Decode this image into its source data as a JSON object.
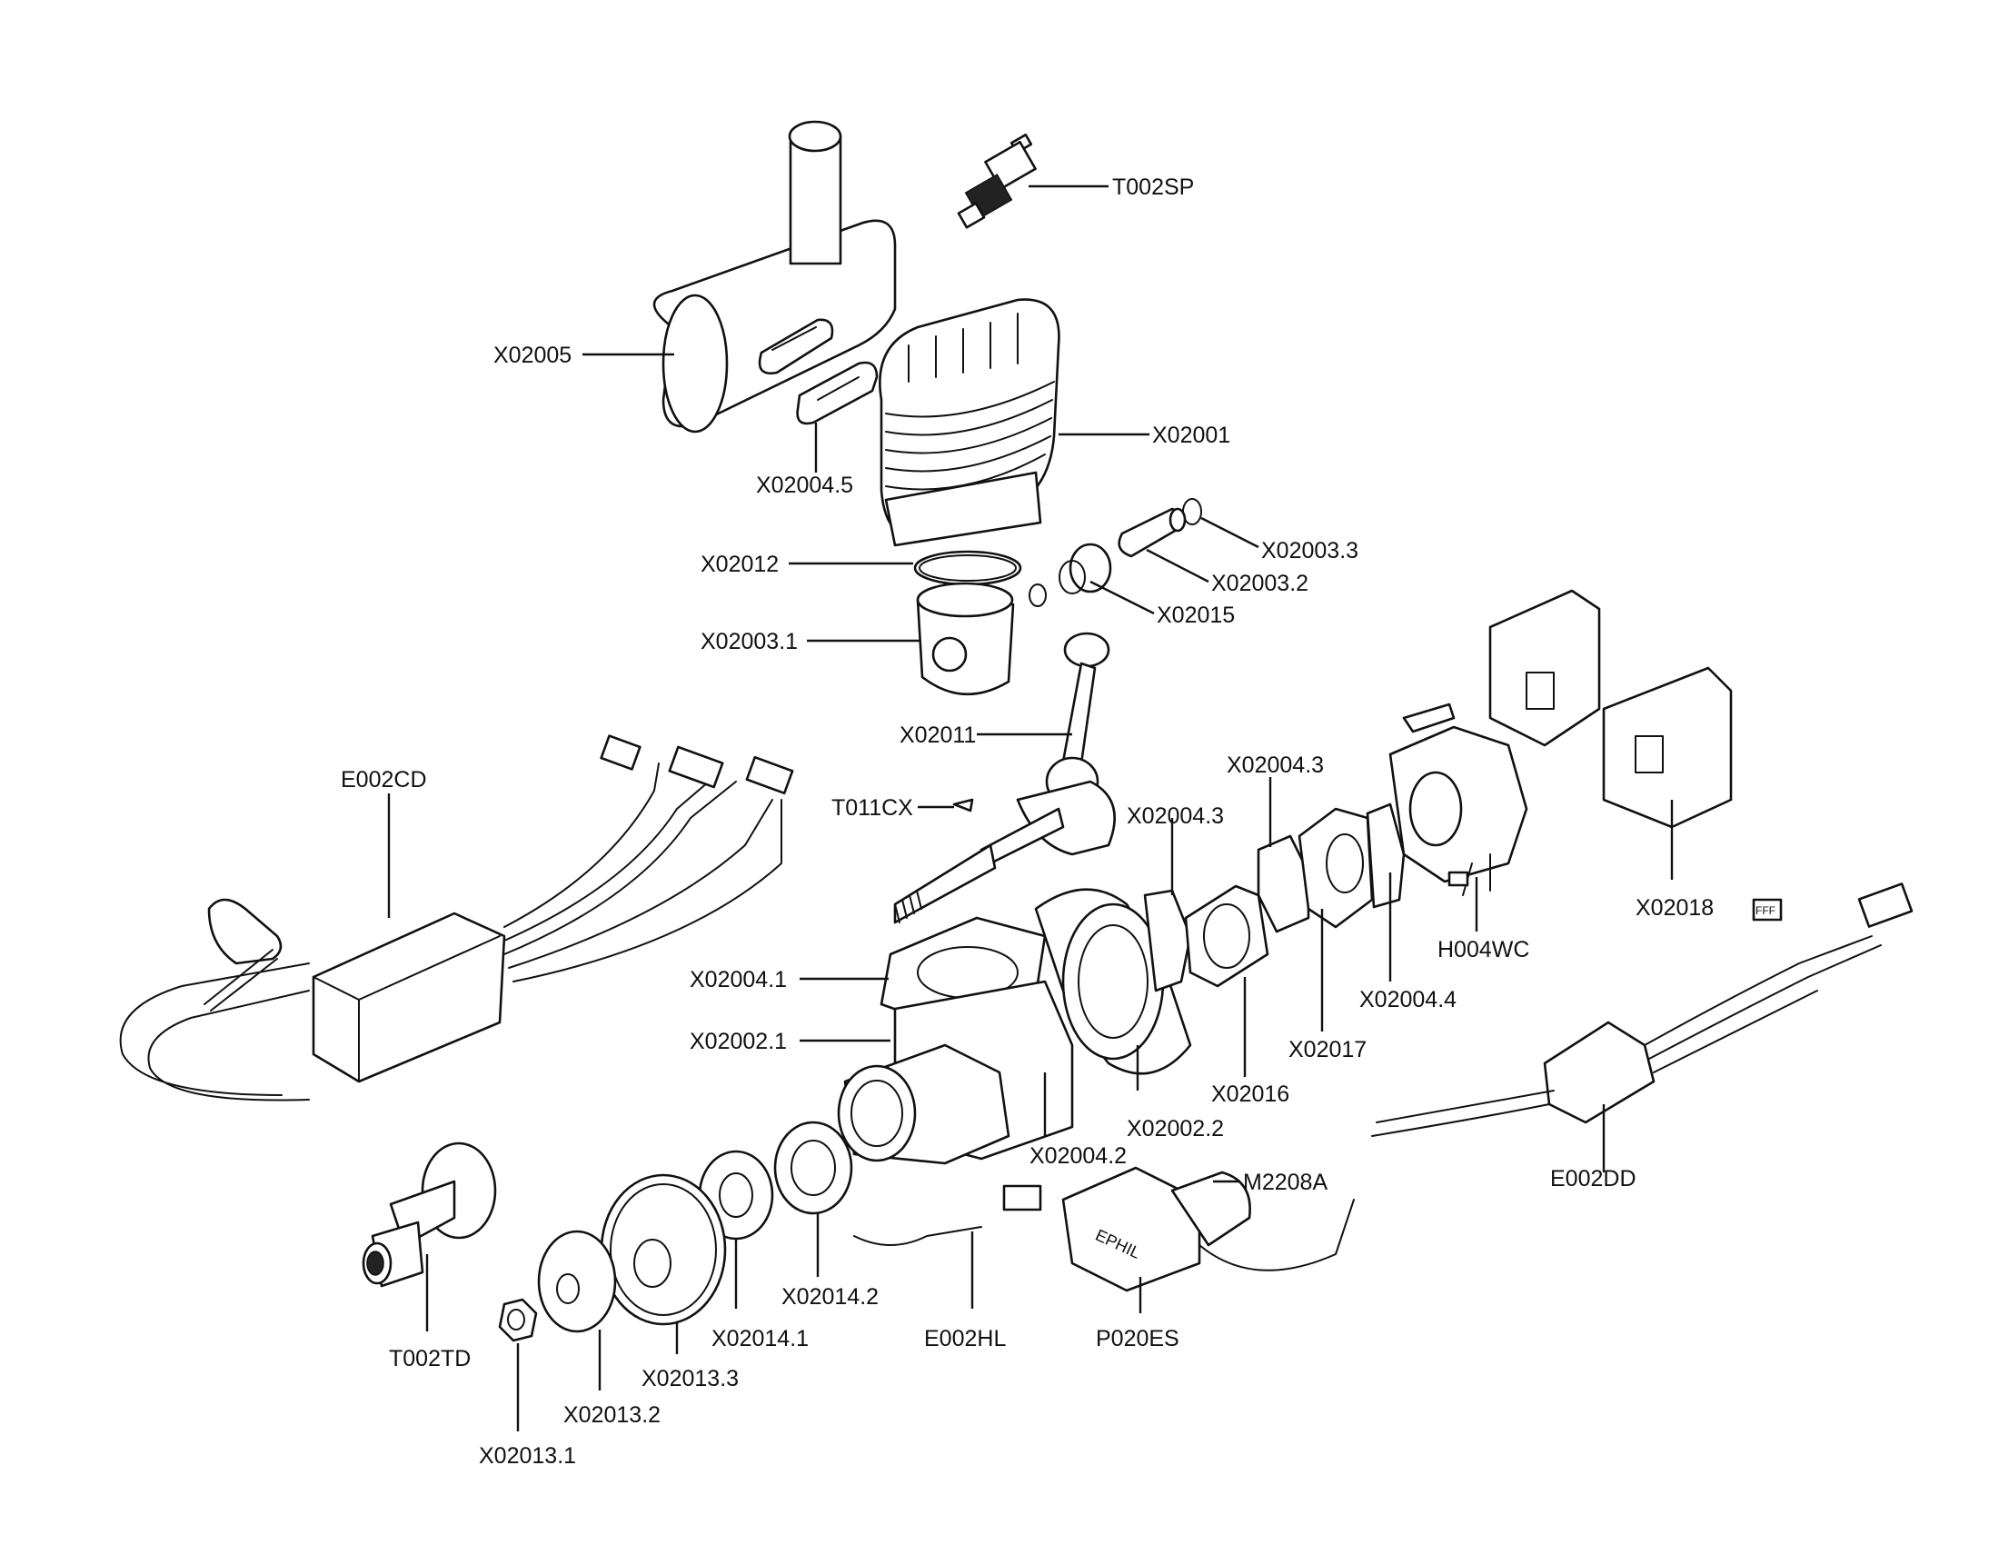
{
  "labels": {
    "t002sp": "T002SP",
    "x02005": "X02005",
    "x02001": "X02001",
    "x02004_5": "X02004.5",
    "x02003_3": "X02003.3",
    "x02012": "X02012",
    "x02003_2": "X02003.2",
    "x02015": "X02015",
    "x02003_1": "X02003.1",
    "x02011": "X02011",
    "x02004_3a": "X02004.3",
    "x02004_3b": "X02004.3",
    "e002cd": "E002CD",
    "t011cx": "T011CX",
    "x02018": "X02018",
    "h004wc": "H004WC",
    "x02004_1": "X02004.1",
    "x02004_4": "X02004.4",
    "x02002_1": "X02002.1",
    "x02017": "X02017",
    "x02016": "X02016",
    "x02002_2": "X02002.2",
    "x02004_2": "X02004.2",
    "m2208a": "M2208A",
    "e002dd": "E002DD",
    "t002td": "T002TD",
    "x02014_2": "X02014.2",
    "x02014_1": "X02014.1",
    "e002hl": "E002HL",
    "p020es": "P020ES",
    "x02013_3": "X02013.3",
    "x02013_2": "X02013.2",
    "x02013_1": "X02013.1"
  },
  "logo_text": "EPHIL",
  "plug_label": "FFF"
}
